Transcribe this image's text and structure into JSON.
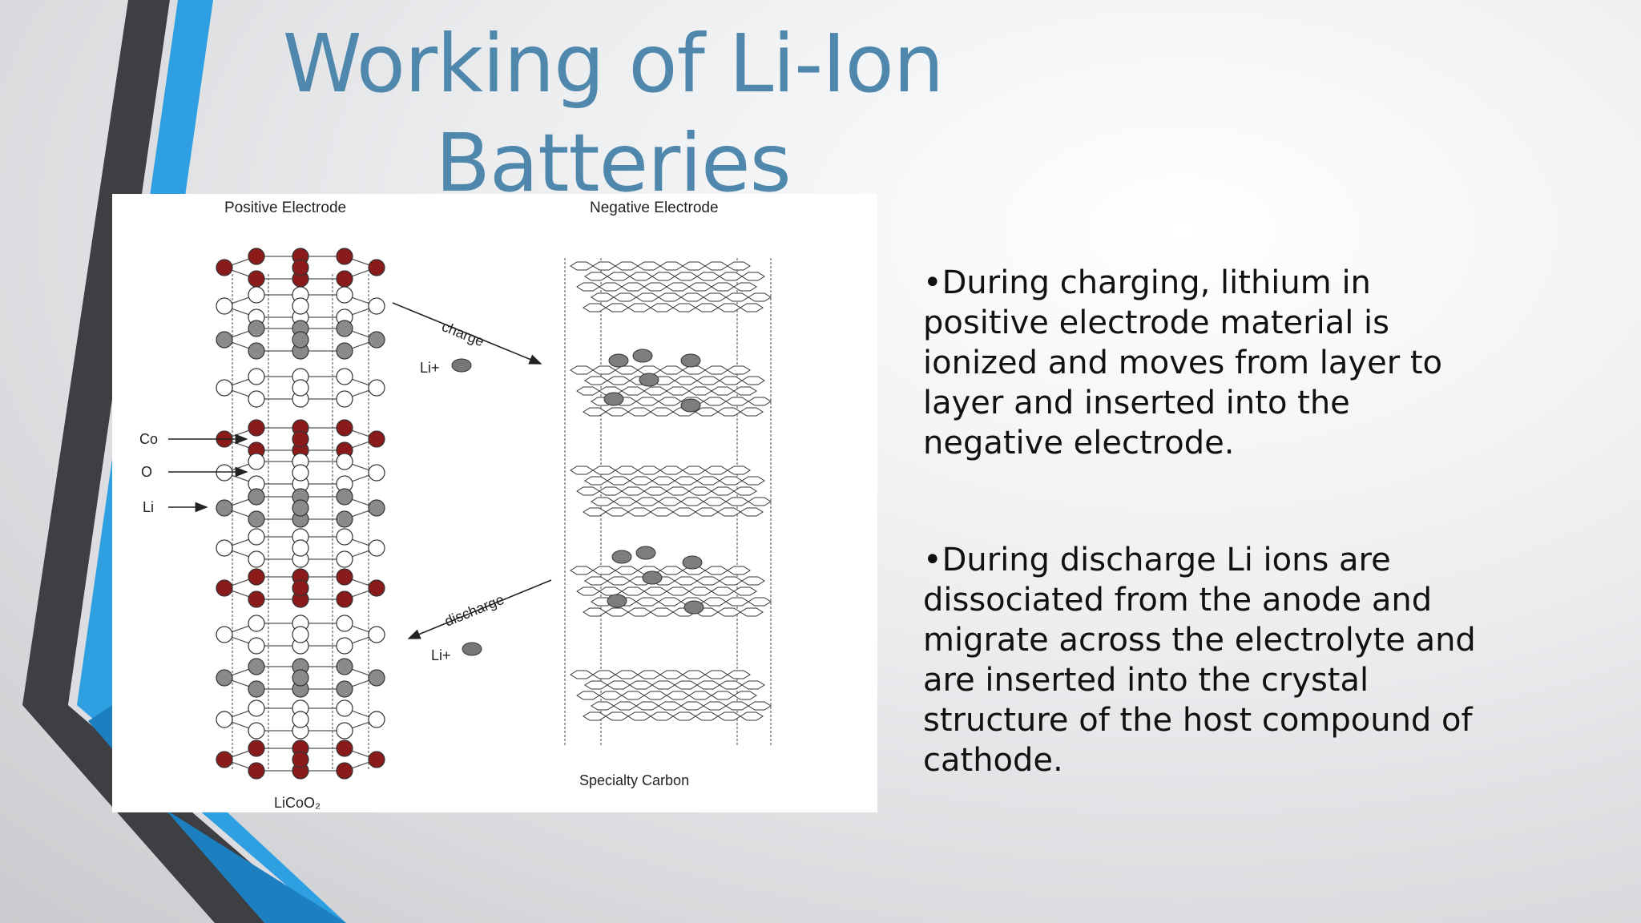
{
  "slide": {
    "title": "Working of Li-Ion\nBatteries"
  },
  "figure": {
    "positive_label": "Positive Electrode",
    "negative_label": "Negative Electrode",
    "co_label": "Co",
    "o_label": "O",
    "li_label": "Li",
    "charge_label": "charge",
    "discharge_label": "discharge",
    "li_ion_top": "Li+",
    "li_ion_bottom": "Li+",
    "cathode_label": "LiCoO₂",
    "anode_label": "Specialty Carbon"
  },
  "bullets": [
    "•During charging, lithium in positive  electrode material is ionized and  moves from layer to layer and  inserted into the negative electrode.",
    "•During discharge Li ions are dissociated from the anode and migrate across the electrolyte and  are inserted into the crystal structure of the host compound of cathode."
  ],
  "colors": {
    "title": "#4f87ad",
    "accent_blue": "#2e9fe0",
    "dark_band": "#3d3f42",
    "cobalt": "#8b1a1a"
  }
}
